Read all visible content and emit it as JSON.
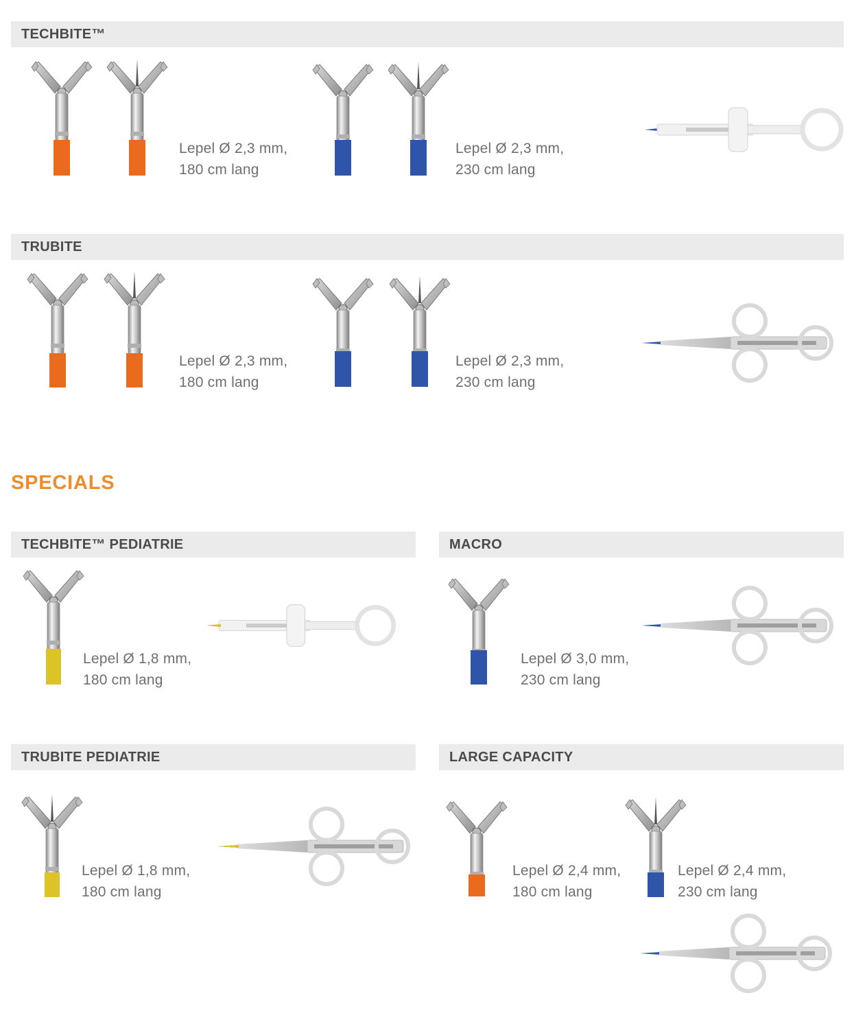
{
  "sections": {
    "techbite": {
      "title": "TECHBITE™",
      "spec_180": [
        "Lepel Ø 2,3 mm,",
        "180 cm lang"
      ],
      "spec_230": [
        "Lepel Ø 2,3 mm,",
        "230 cm lang"
      ]
    },
    "trubite": {
      "title": "TRUBITE",
      "spec_180": [
        "Lepel Ø 2,3 mm,",
        "180 cm lang"
      ],
      "spec_230": [
        "Lepel Ø 2,3 mm,",
        "230 cm lang"
      ]
    }
  },
  "specials": {
    "title": "SPECIALS",
    "techbite_pediatrie": {
      "title": "TECHBITE™ PEDIATRIE",
      "spec": [
        "Lepel Ø 1,8 mm,",
        "180 cm lang"
      ]
    },
    "macro": {
      "title": "MACRO",
      "spec": [
        "Lepel Ø 3,0 mm,",
        "230 cm lang"
      ]
    },
    "trubite_pediatrie": {
      "title": "TRUBITE PEDIATRIE",
      "spec": [
        "Lepel Ø 1,8 mm,",
        "180 cm lang"
      ]
    },
    "large_capacity": {
      "title": "LARGE CAPACITY",
      "spec_180": [
        "Lepel Ø 2,4 mm,",
        "180 cm lang"
      ],
      "spec_230": [
        "Lepel Ø 2,4 mm,",
        "230 cm lang"
      ]
    }
  },
  "colors": {
    "orange_sheath": "#ea6a1e",
    "blue_sheath": "#2f55a8",
    "yellow_sheath": "#dcc428",
    "accent": "#ef8c2c",
    "header_bar": "#ebebeb"
  }
}
